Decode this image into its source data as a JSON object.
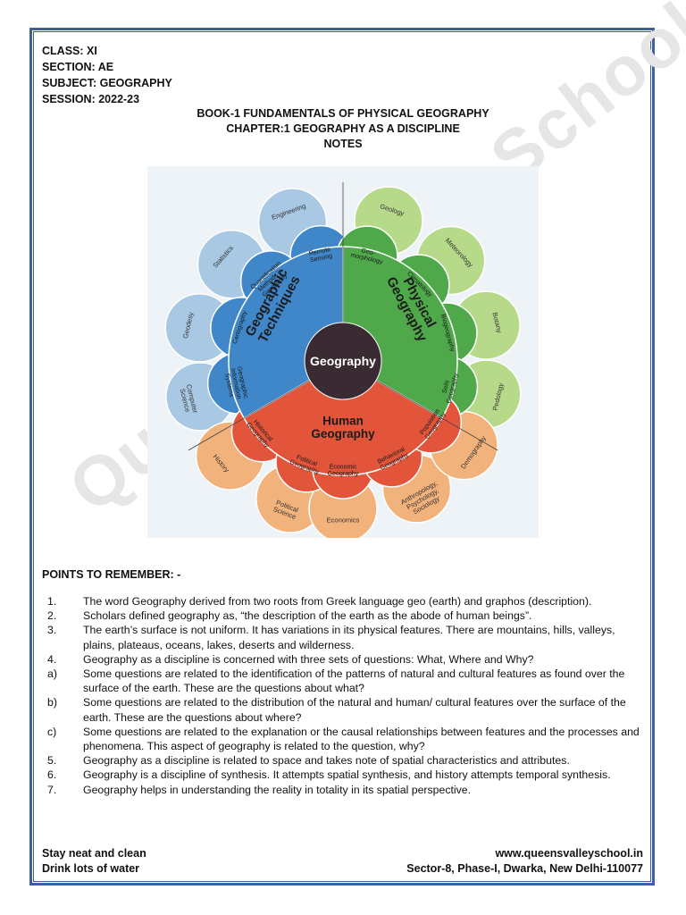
{
  "header": {
    "class": "CLASS: XI",
    "section": "SECTION: AE",
    "subject": "SUBJECT: GEOGRAPHY",
    "session": "SESSION: 2022-23"
  },
  "titles": {
    "book": "BOOK-1 FUNDAMENTALS OF PHYSICAL GEOGRAPHY",
    "chapter": "CHAPTER:1 GEOGRAPHY AS A DISCIPLINE",
    "notes": "NOTES"
  },
  "watermark": "Queen's Valley School",
  "diagram": {
    "center": "Geography",
    "sectors": {
      "techniques": [
        "Geographic",
        "Techniques"
      ],
      "physical": [
        "Physical",
        "Geography"
      ],
      "human": [
        "Human",
        "Geography"
      ]
    },
    "inner": {
      "remote_sensing": [
        "Remote",
        "Sensing"
      ],
      "quantification": [
        "Quantification",
        "Methods in",
        "Geography"
      ],
      "cartography": "Cartography",
      "gis": [
        "Geographic",
        "Information",
        "Systems"
      ],
      "geomorphology": [
        "Geo-",
        "morphology"
      ],
      "climatology": "Climatology",
      "biogeography": "Biogeography",
      "soils": [
        "Soils",
        "Geography"
      ],
      "historical": [
        "Historical",
        "Geography"
      ],
      "political": [
        "Political",
        "Geography"
      ],
      "economic": [
        "Economic",
        "Geography"
      ],
      "behavioral": [
        "Behavioral",
        "Geography"
      ],
      "population": [
        "Population",
        "Geography"
      ]
    },
    "outer": {
      "engineering": "Engineering",
      "statistics": "Statistics",
      "geodesy": "Geodesy",
      "computer_science": [
        "Computer",
        "Science"
      ],
      "geology": "Geology",
      "meteorology": "Meteorology",
      "botany": "Botany",
      "pedology": "Pedology",
      "history": "History",
      "political_science": [
        "Political",
        "Science"
      ],
      "economics": "Economics",
      "anthropology": [
        "Anthropology,",
        "Psychology,",
        "Sociology"
      ],
      "demography": "Demography"
    },
    "colors": {
      "blue": "#3f87c9",
      "blue_light": "#a9c8e3",
      "green": "#4fa94a",
      "green_light": "#b7d98a",
      "red": "#e2553a",
      "orange_light": "#f2b27c",
      "center": "#3a2a31"
    }
  },
  "points_title": "POINTS TO REMEMBER: -",
  "points": [
    {
      "marker": "1.",
      "text": "The word Geography derived from two roots from Greek language geo (earth) and graphos (description)."
    },
    {
      "marker": "2.",
      "text": "Scholars defined geography as, “the description of the earth as the abode of human beings”."
    },
    {
      "marker": "3.",
      "text": "The earth’s surface is not uniform. It has variations in its physical features. There are mountains, hills, valleys, plains, plateaus, oceans, lakes, deserts and wilderness."
    },
    {
      "marker": "4.",
      "text": "Geography as a discipline is concerned with three sets of questions: What, Where and Why?"
    },
    {
      "marker": "a)",
      "text": "Some questions are related to the identification of the patterns of natural and cultural features as found over the surface of the earth. These are the questions about what?"
    },
    {
      "marker": "b)",
      "text": "Some questions are related to the distribution of the natural and human/ cultural features over the surface of the earth. These are the questions about where?"
    },
    {
      "marker": "c)",
      "text": "Some questions are related to the explanation or the causal relationships between features and the processes and phenomena. This aspect of geography is related to the question, why?"
    },
    {
      "marker": "5.",
      "text": "Geography as a discipline is related to space and takes note of spatial characteristics and attributes."
    },
    {
      "marker": "6.",
      "text": "Geography is a discipline of synthesis. It attempts spatial synthesis, and history attempts temporal synthesis."
    },
    {
      "marker": "7.",
      "text": "Geography helps in understanding the reality in totality in its spatial perspective."
    }
  ],
  "footer": {
    "left1": "Stay neat and clean",
    "left2": "Drink lots of water",
    "right1": "www.queensvalleyschool.in",
    "right2": "Sector-8, Phase-I, Dwarka, New Delhi-110077"
  }
}
